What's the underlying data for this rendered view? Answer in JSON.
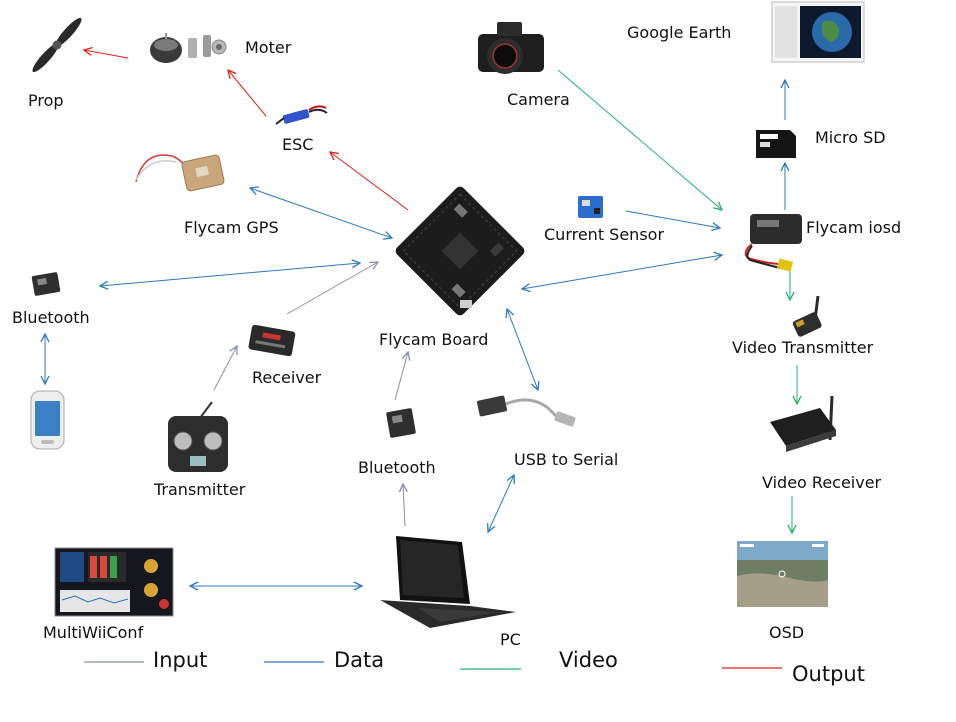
{
  "colors": {
    "input": "#8a8fa6",
    "data": "#2c78c0",
    "video": "#23b26f",
    "output": "#e0201c",
    "board": "#1c1c1c"
  },
  "nodes": {
    "prop": {
      "label": "Prop",
      "icon": "propeller-icon"
    },
    "moter": {
      "label": "Moter",
      "icon": "motor-icon"
    },
    "esc": {
      "label": "ESC",
      "icon": "esc-icon"
    },
    "flycam_gps": {
      "label": "Flycam GPS",
      "icon": "gps-module-icon"
    },
    "bluetooth_left": {
      "label": "Bluetooth",
      "icon": "bluetooth-module-icon"
    },
    "phone": {
      "label": "",
      "icon": "smartphone-icon"
    },
    "receiver": {
      "label": "Receiver",
      "icon": "rc-receiver-icon"
    },
    "transmitter": {
      "label": "Transmitter",
      "icon": "rc-transmitter-icon"
    },
    "flycam_board": {
      "label": "Flycam Board",
      "icon": "flight-controller-icon"
    },
    "bluetooth_bottom": {
      "label": "Bluetooth",
      "icon": "bluetooth-module-icon"
    },
    "usb_serial": {
      "label": "USB to Serial",
      "icon": "usb-cable-icon"
    },
    "pc": {
      "label": "PC",
      "icon": "laptop-icon"
    },
    "multiwiiconf": {
      "label": "MultiWiiConf",
      "icon": "software-screenshot-icon"
    },
    "camera": {
      "label": "Camera",
      "icon": "camera-icon"
    },
    "current_sensor": {
      "label": "Current Sensor",
      "icon": "current-sensor-icon"
    },
    "google_earth": {
      "label": "Google Earth",
      "icon": "google-earth-screenshot-icon"
    },
    "micro_sd": {
      "label": "Micro SD",
      "icon": "micro-sd-icon"
    },
    "flycam_iosd": {
      "label": "Flycam iosd",
      "icon": "osd-module-icon"
    },
    "video_tx": {
      "label": "Video Transmitter",
      "icon": "video-transmitter-icon"
    },
    "video_rx": {
      "label": "Video Receiver",
      "icon": "video-receiver-icon"
    },
    "osd": {
      "label": "OSD",
      "icon": "osd-view-icon"
    }
  },
  "legend": {
    "input": "Input",
    "data": "Data",
    "video": "Video",
    "output": "Output"
  }
}
